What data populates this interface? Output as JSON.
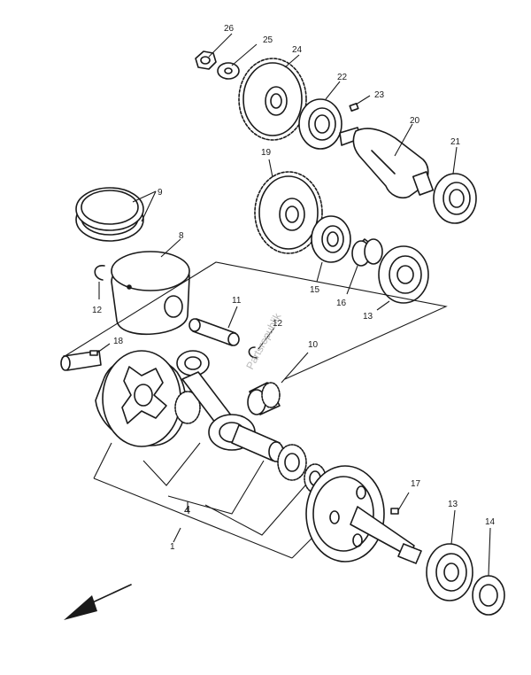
{
  "callouts": {
    "c1": "1",
    "c4": "4",
    "c8": "8",
    "c9": "9",
    "c10": "10",
    "c11": "11",
    "c12a": "12",
    "c12b": "12",
    "c13a": "13",
    "c13b": "13",
    "c14": "14",
    "c15": "15",
    "c16": "16",
    "c17": "17",
    "c18": "18",
    "c19": "19",
    "c20": "20",
    "c21": "21",
    "c22": "22",
    "c23": "23",
    "c24": "24",
    "c25": "25",
    "c26": "26"
  },
  "watermark": "Partsrepublik",
  "colors": {
    "ink": "#1a1a1a",
    "background": "#ffffff",
    "watermark": "#b8b8b8"
  },
  "icons": {
    "direction_arrow": "arrow-down-left-icon"
  }
}
